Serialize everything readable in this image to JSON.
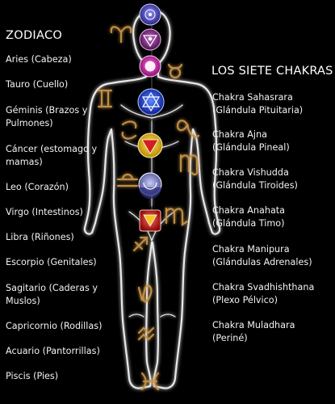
{
  "zodiac": {
    "title": "ZODIACO",
    "items": [
      "Aries (Cabeza)",
      "Tauro (Cuello)",
      "Géminis (Brazos y\nPulmones)",
      "Cáncer (estomago y\n mamas)",
      "Leo (Corazón)",
      "Virgo (Intestinos)",
      "Libra (Riñones)",
      "Escorpio (Genitales)",
      "Sagitario (Caderas y\nMuslos)",
      "Capricornio (Rodillas)",
      "Acuario (Pantorrillas)",
      "Piscis (Pies)"
    ]
  },
  "chakras": {
    "title": "LOS SIETE CHAKRAS",
    "items": [
      "Chakra Sahasrara\n(Glándula Pituitaria)",
      "Chakra Ajna\n(Glándula Pineal)",
      "Chakra Vishudda\n(Glándula Tiroides)",
      "Chakra Anahata\n(Glándula Timo)",
      "Chakra Manipura\n(Glándulas Adrenales)",
      "Chakra Svadhishthana\n(Plexo Pélvico)",
      "Chakra Muladhara\n(Periné)"
    ]
  },
  "colors": {
    "background": "#000000",
    "sahasrara": "#4a3fb8",
    "ajna": "#6b1e6e",
    "vishudda": "#c0199b",
    "anahata": "#1c3fcf",
    "manipura": "#e7c020",
    "svadhishthana": "#7a7fc9",
    "muladhara": "#d81e1e"
  },
  "icons": [
    "human-body-outline",
    "chakra-lotus-icon",
    "zodiac-sign-icon"
  ]
}
